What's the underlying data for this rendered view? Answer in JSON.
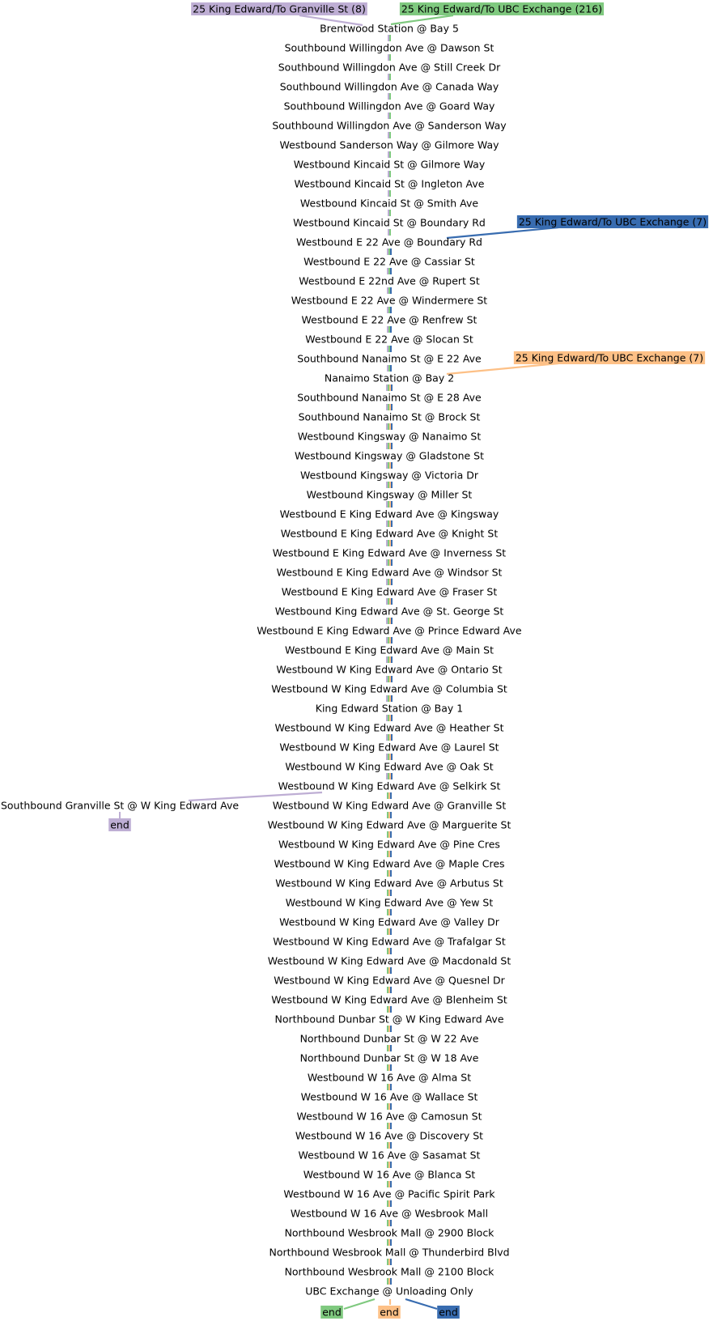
{
  "colors": {
    "purple": "#beaed4",
    "green": "#7fc97f",
    "blue": "#386cb0",
    "orange": "#fdc086",
    "stroke_mix": "#9aa7b1"
  },
  "routes": [
    {
      "id": "r8",
      "label": "25 King Edward/To Granville St (8)",
      "color": "#beaed4",
      "end_label": "end"
    },
    {
      "id": "r216",
      "label": "25 King Edward/To UBC Exchange (216)",
      "color": "#7fc97f",
      "end_label": "end"
    },
    {
      "id": "r7a",
      "label": "25 King Edward/To UBC Exchange (7)",
      "color": "#386cb0",
      "end_label": "end"
    },
    {
      "id": "r7b",
      "label": "25 King Edward/To UBC Exchange (7)",
      "color": "#fdc086",
      "end_label": "end"
    }
  ],
  "stops": [
    "Brentwood Station @ Bay 5",
    "Southbound Willingdon Ave @ Dawson St",
    "Southbound Willingdon Ave @ Still Creek Dr",
    "Southbound Willingdon Ave @ Canada Way",
    "Southbound Willingdon Ave @ Goard Way",
    "Southbound Willingdon Ave @ Sanderson Way",
    "Westbound Sanderson Way @ Gilmore Way",
    "Westbound Kincaid St @ Gilmore Way",
    "Westbound Kincaid St @ Ingleton Ave",
    "Westbound Kincaid St @ Smith Ave",
    "Westbound Kincaid St @ Boundary Rd",
    "Westbound E 22 Ave @ Boundary Rd",
    "Westbound E 22 Ave @ Cassiar St",
    "Westbound E 22nd Ave @ Rupert St",
    "Westbound E 22 Ave @ Windermere St",
    "Westbound E 22 Ave @ Renfrew St",
    "Westbound E 22 Ave @ Slocan St",
    "Southbound Nanaimo St @ E 22 Ave",
    "Nanaimo Station @ Bay 2",
    "Southbound Nanaimo St @ E 28 Ave",
    "Southbound Nanaimo St @ Brock St",
    "Westbound Kingsway @ Nanaimo St",
    "Westbound Kingsway @ Gladstone St",
    "Westbound Kingsway @ Victoria Dr",
    "Westbound Kingsway @ Miller St",
    "Westbound E King Edward Ave @ Kingsway",
    "Westbound E King Edward Ave @ Knight St",
    "Westbound E King Edward Ave @ Inverness St",
    "Westbound E King Edward Ave @ Windsor St",
    "Westbound E King Edward Ave @ Fraser St",
    "Westbound King Edward Ave @ St. George St",
    "Westbound E King Edward Ave @ Prince Edward Ave",
    "Westbound E King Edward Ave @ Main St",
    "Westbound W King Edward Ave @ Ontario St",
    "Westbound W King Edward Ave @ Columbia St",
    "King Edward Station @ Bay 1",
    "Westbound W King Edward Ave @ Heather St",
    "Westbound W King Edward Ave @ Laurel St",
    "Westbound W King Edward Ave @ Oak St",
    "Westbound W King Edward Ave @ Selkirk St",
    "Westbound W King Edward Ave @ Granville St",
    "Westbound W King Edward Ave @ Marguerite St",
    "Westbound W King Edward Ave @ Pine Cres",
    "Westbound W King Edward Ave @ Maple Cres",
    "Westbound W King Edward Ave @ Arbutus St",
    "Westbound W King Edward Ave @ Yew St",
    "Westbound W King Edward Ave @ Valley Dr",
    "Westbound W King Edward Ave @ Trafalgar St",
    "Westbound W King Edward Ave @ Macdonald St",
    "Westbound W King Edward Ave @ Quesnel Dr",
    "Westbound W King Edward Ave @ Blenheim St",
    "Northbound Dunbar St @ W King Edward Ave",
    "Northbound Dunbar St @ W 22 Ave",
    "Northbound Dunbar St @ W 18 Ave",
    "Westbound W 16 Ave @ Alma St",
    "Westbound W 16 Ave @ Wallace St",
    "Westbound W 16 Ave @ Camosun St",
    "Westbound W 16 Ave @ Discovery St",
    "Westbound W 16 Ave @ Sasamat St",
    "Westbound W 16 Ave @ Blanca St",
    "Westbound W 16 Ave @ Pacific Spirit Park",
    "Westbound W 16 Ave @ Wesbrook Mall",
    "Northbound Wesbrook Mall @ 2900 Block",
    "Northbound Wesbrook Mall @ Thunderbird Blvd",
    "Northbound Wesbrook Mall @ 2100 Block",
    "UBC Exchange @ Unloading Only"
  ],
  "branch_stop": "Southbound Granville St @ W King Edward Ave"
}
